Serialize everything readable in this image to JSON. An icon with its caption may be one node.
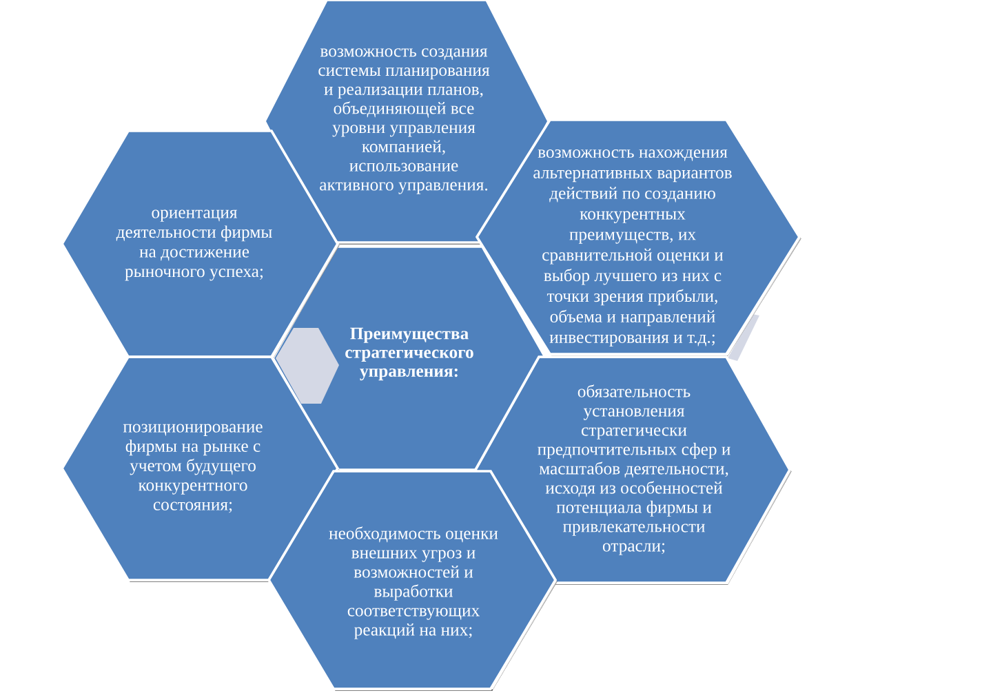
{
  "diagram": {
    "nodes": [
      {
        "text": [
          "возможность создания системы планирования и реализации планов, объединяющей все уровни управления компанией, использование активного управления."
        ]
      },
      {
        "text": [
          "ориентация деятельности фирмы на достижение рыночного успеха;"
        ]
      },
      {
        "text": [
          "возможность нахождения альтернативных вариантов действий по созданию конкурентных преимуществ, их сравнительной оценки и выбор лучшего из них с точки зрения прибыли, объема и направлений инвестирования и т.д.;"
        ]
      },
      {
        "text": [
          "Преимущества стратегического управления:"
        ]
      },
      {
        "text": [
          "позиционирование фирмы на рынке с учетом будущего конкурентного состояния;"
        ]
      },
      {
        "text": [
          "обязательность установления стратегически предпочтительных сфер и масштабов деятельности, исходя из особенностей потенциала фирмы и привлекательности отрасли;"
        ]
      },
      {
        "text": [
          "необходимость оценки внешних угроз и возможностей и выработки соответствующих реакций на них;"
        ]
      },
      {
        "text": [],
        "shape": "hexagon",
        "in": 3
      },
      {
        "text": [],
        "shape": "hexagon"
      }
    ]
  }
}
